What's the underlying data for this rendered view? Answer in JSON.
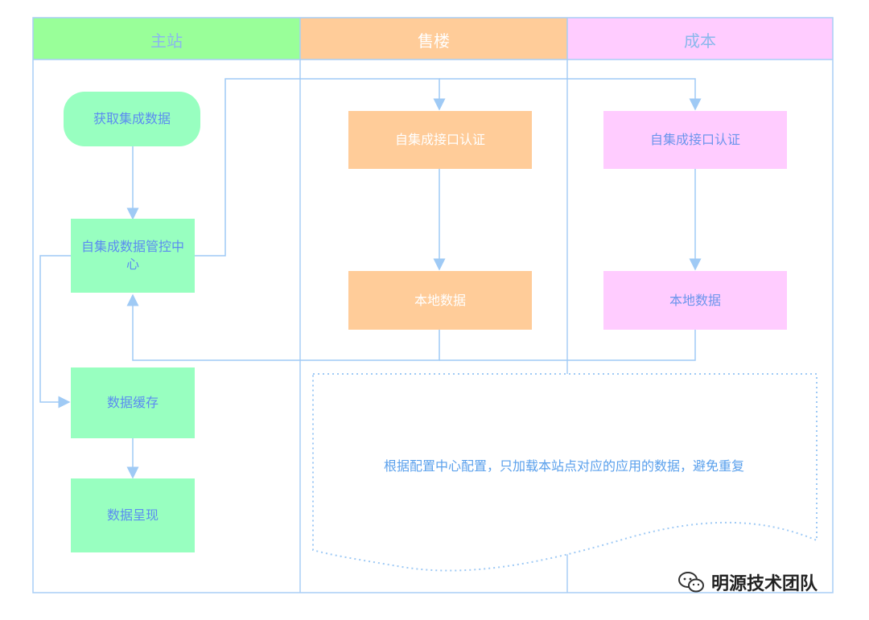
{
  "lanes": [
    {
      "label": "主站",
      "color": "#99ff99"
    },
    {
      "label": "售楼",
      "color": "#ffcc99"
    },
    {
      "label": "成本",
      "color": "#ffccff"
    }
  ],
  "nodes": {
    "main_fetch": "获取集成数据",
    "main_control": "自集成数据管控中心",
    "main_cache": "数据缓存",
    "main_render": "数据呈现",
    "sales_auth": "自集成接口认证",
    "sales_local": "本地数据",
    "cost_auth": "自集成接口认证",
    "cost_local": "本地数据"
  },
  "note": "根据配置中心配置，只加载本站点对应的应用的数据，避免重复",
  "watermark": "明源技术团队",
  "colors": {
    "line": "#9fcaf5",
    "lane_border": "#a9cef5"
  }
}
